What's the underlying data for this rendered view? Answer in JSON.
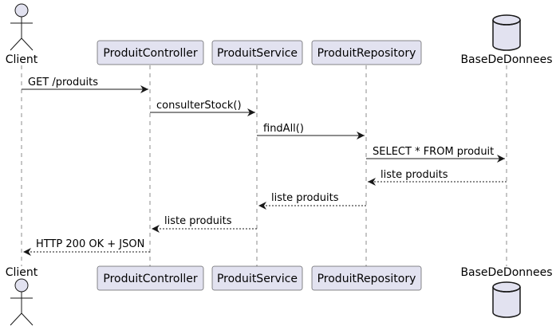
{
  "participants": {
    "client": "Client",
    "controller": "ProduitController",
    "service": "ProduitService",
    "repository": "ProduitRepository",
    "database": "BaseDeDonnees"
  },
  "messages": [
    {
      "label": "GET /produits",
      "from": "client",
      "to": "controller",
      "style": "sync"
    },
    {
      "label": "consulterStock()",
      "from": "controller",
      "to": "service",
      "style": "sync"
    },
    {
      "label": "findAll()",
      "from": "service",
      "to": "repository",
      "style": "sync"
    },
    {
      "label": "SELECT * FROM produit",
      "from": "repository",
      "to": "database",
      "style": "sync"
    },
    {
      "label": "liste produits",
      "from": "database",
      "to": "repository",
      "style": "return"
    },
    {
      "label": "liste produits",
      "from": "repository",
      "to": "service",
      "style": "return"
    },
    {
      "label": "liste produits",
      "from": "service",
      "to": "controller",
      "style": "return"
    },
    {
      "label": "HTTP 200 OK + JSON",
      "from": "controller",
      "to": "client",
      "style": "return"
    }
  ],
  "colors": {
    "participant_fill": "#e2e2f0",
    "participant_stroke": "#181818",
    "lifeline": "#181818"
  }
}
